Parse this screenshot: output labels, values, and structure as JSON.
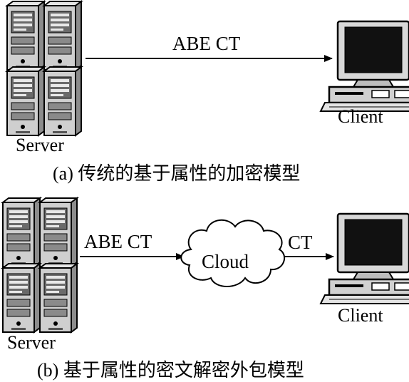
{
  "panel_a": {
    "server_label": "Server",
    "client_label": "Client",
    "arrow_label": "ABE CT",
    "caption": "(a) 传统的基于属性的加密模型"
  },
  "panel_b": {
    "server_label": "Server",
    "client_label": "Client",
    "arrow1_label": "ABE CT",
    "cloud_label": "Cloud",
    "arrow2_label": "CT",
    "caption": "(b) 基于属性的密文解密外包模型"
  },
  "icons": {
    "server": "server-rack-icon",
    "client": "desktop-computer-icon",
    "cloud": "cloud-icon"
  }
}
